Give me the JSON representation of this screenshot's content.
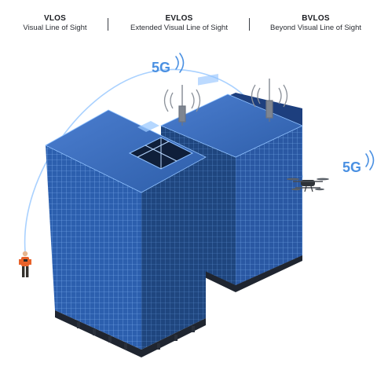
{
  "header": {
    "modes": [
      {
        "abbr": "VLOS",
        "full": "Visual Line of Sight"
      },
      {
        "abbr": "EVLOS",
        "full": "Extended Visual Line of Sight"
      },
      {
        "abbr": "BVLOS",
        "full": "Beyond Visual Line of Sight"
      }
    ]
  },
  "signals": {
    "top_label": "5G",
    "right_label": "5G"
  },
  "colors": {
    "building_face": "#2f66b8",
    "building_dark": "#1d3f7e",
    "building_roof": "#3c6fbf",
    "grid_line": "#8fc1ff",
    "signal_path": "#a9d1ff",
    "label_5g": "#4a90e2",
    "operator_vest": "#e8622a"
  },
  "icons": [
    "operator-icon",
    "drone-icon",
    "cell-tower-icon",
    "signal-wave-icon"
  ]
}
